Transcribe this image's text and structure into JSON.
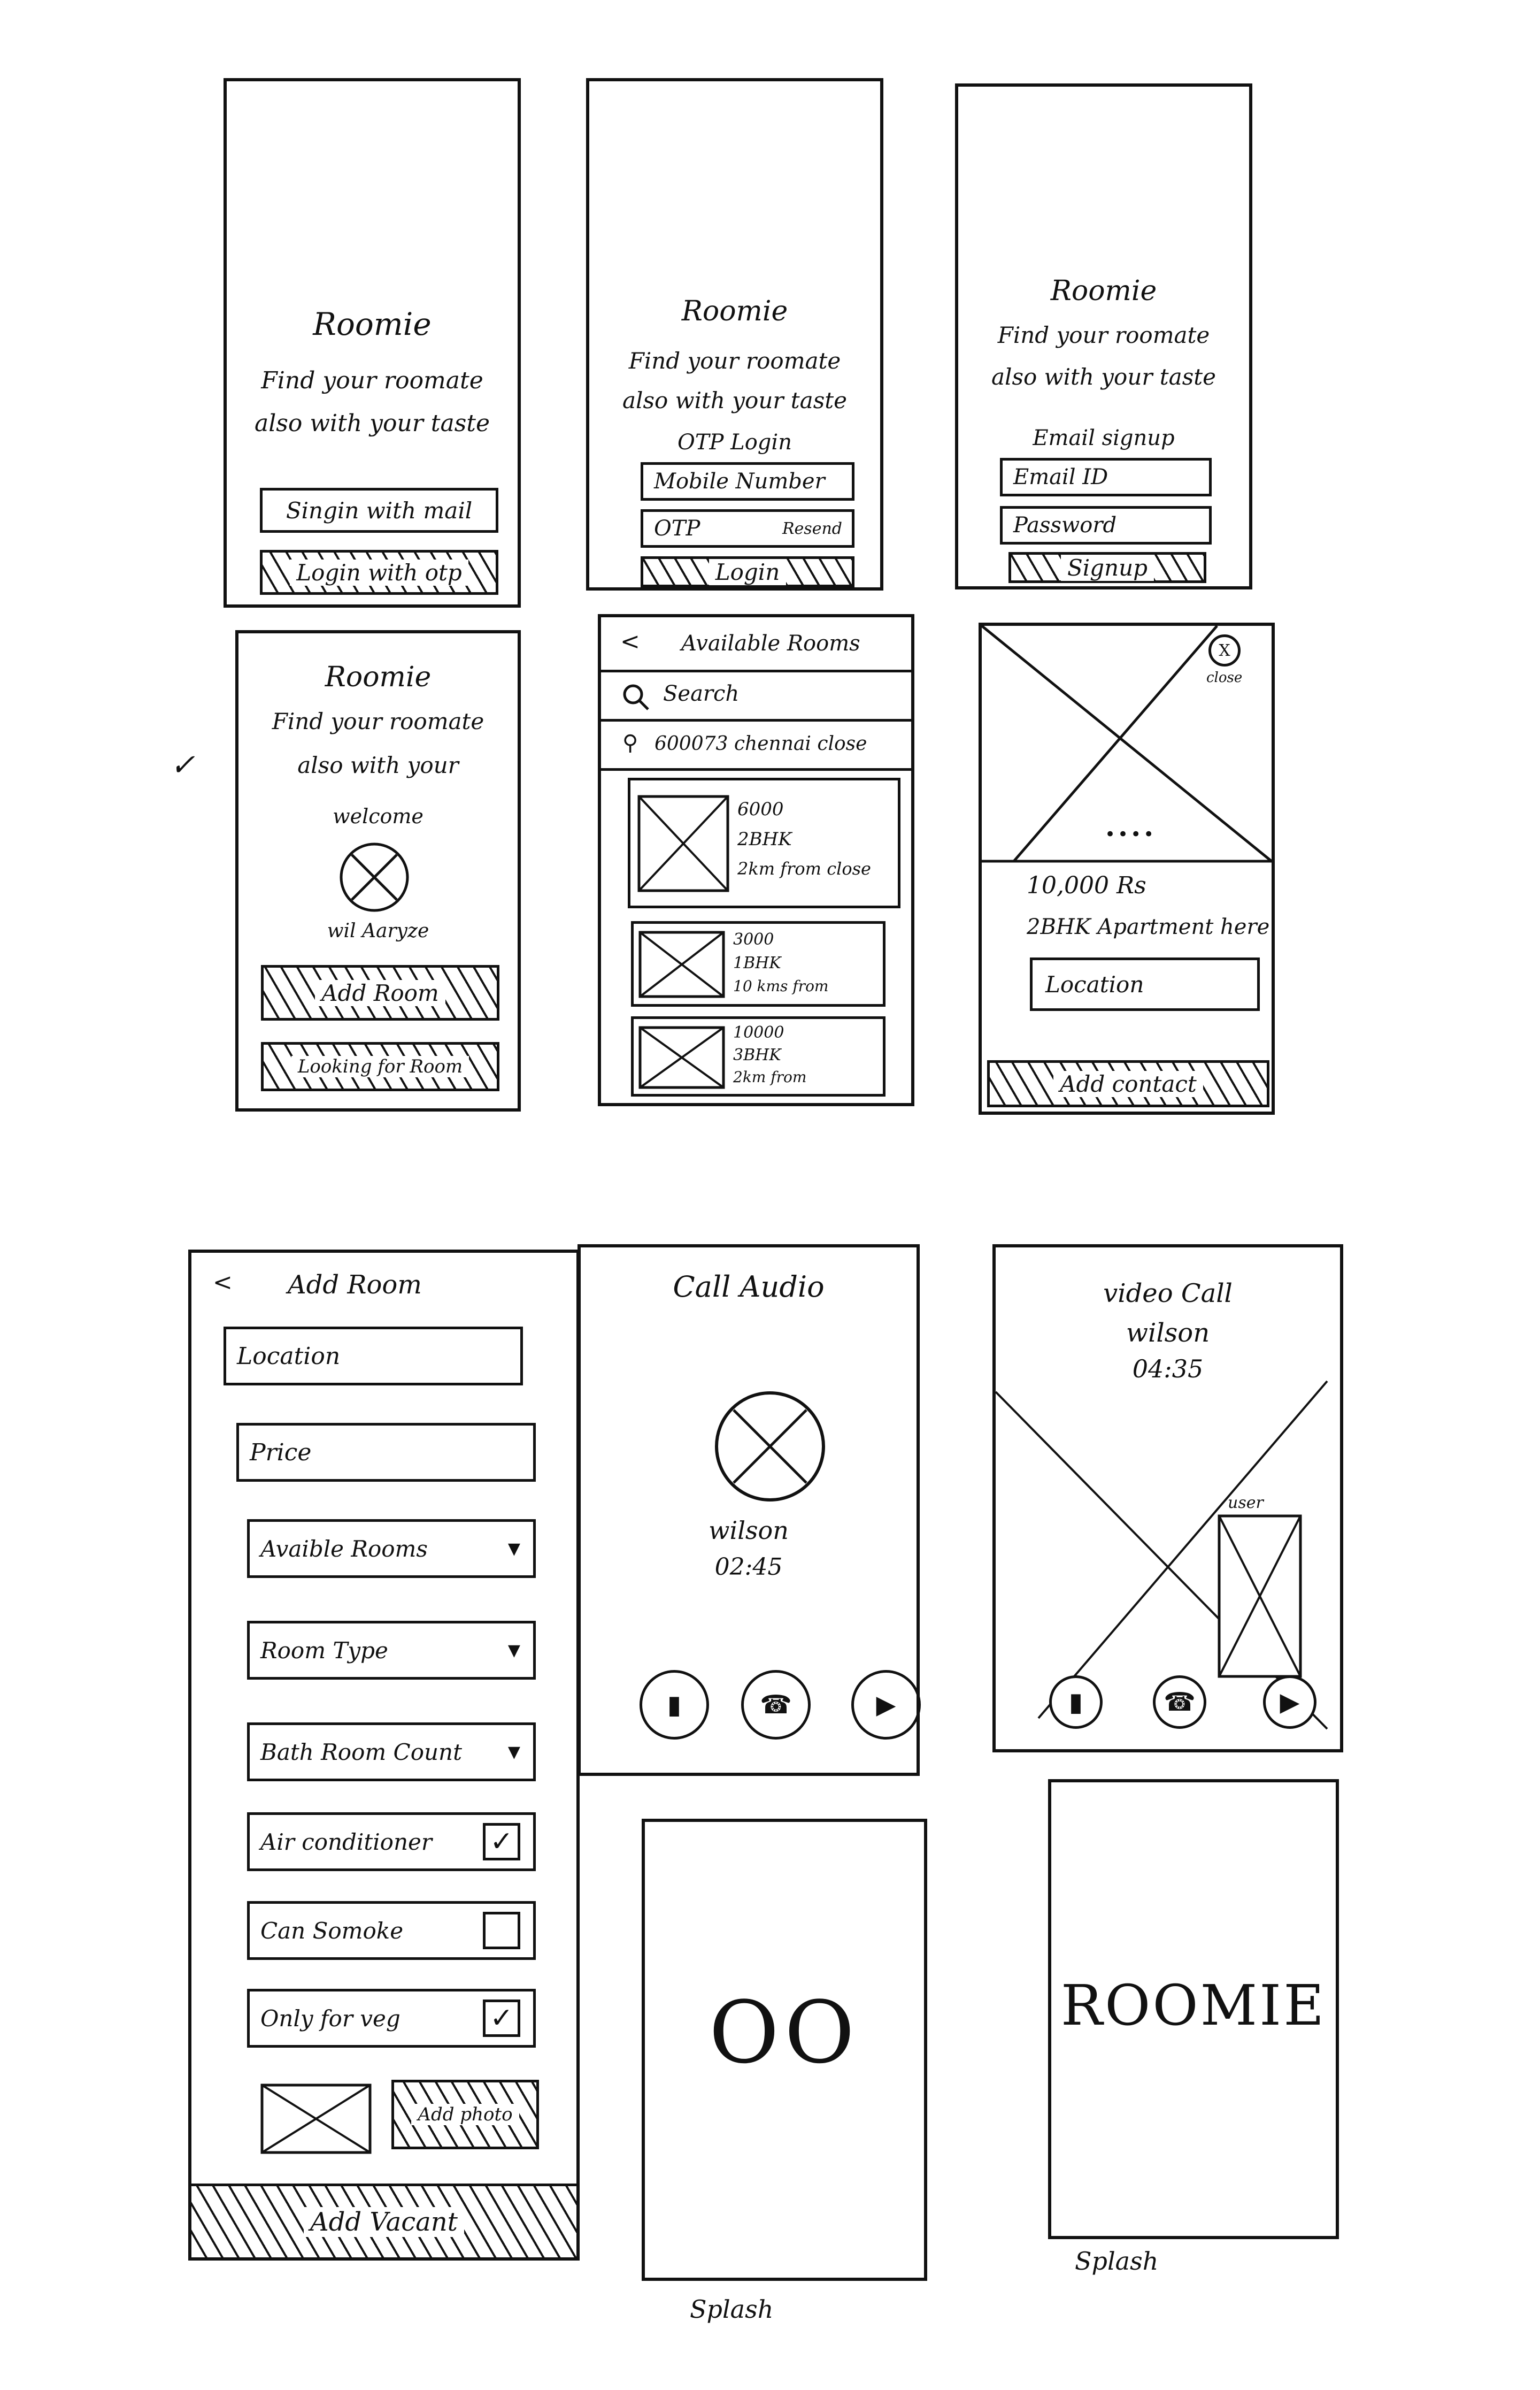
{
  "screens": {
    "s1": {
      "title": "Roomie",
      "tagline1": "Find your roomate",
      "tagline2": "also with your taste",
      "button_mail": "Singin with mail",
      "button_otp": "Login with otp"
    },
    "s2": {
      "title": "Roomie",
      "tagline1": "Find your roomate",
      "tagline2": "also with your taste",
      "section": "OTP Login",
      "mobile_placeholder": "Mobile Number",
      "otp_placeholder": "OTP",
      "resend": "Resend",
      "button_login": "Login"
    },
    "s3": {
      "title": "Roomie",
      "tagline1": "Find your roomate",
      "tagline2": "also with your taste",
      "section": "Email signup",
      "email_placeholder": "Email ID",
      "password_placeholder": "Password",
      "button_signup": "Signup"
    },
    "s4": {
      "title": "Roomie",
      "tagline1": "Find your roomate",
      "tagline2": "also with your",
      "welcome": "welcome",
      "user": "wil Aaryze",
      "button_add": "Add Room",
      "button_looking": "Looking for Room"
    },
    "s5": {
      "back": "<",
      "title": "Available Rooms",
      "search": "Search",
      "location": "600073 chennai close",
      "listings": [
        {
          "price": "6000",
          "type": "2BHK",
          "distance": "2km from close"
        },
        {
          "price": "3000",
          "type": "1BHK",
          "distance": "10 kms from"
        },
        {
          "price": "10000",
          "type": "3BHK",
          "distance": "2km from"
        }
      ]
    },
    "s6": {
      "close_icon": "X",
      "close_label": "close",
      "dots": "••••",
      "price": "10,000 Rs",
      "desc": "2BHK Apartment here",
      "location_button": "Location",
      "button_cta": "Add contact"
    },
    "s7": {
      "back": "<",
      "title": "Add Room",
      "fields": [
        "Location",
        "Price"
      ],
      "dropdowns": [
        "Avaible Rooms",
        "Room Type",
        "Bath Room Count"
      ],
      "checks": [
        {
          "label": "Air conditioner",
          "checked": true
        },
        {
          "label": "Can Somoke",
          "checked": false
        },
        {
          "label": "Only for veg",
          "checked": true
        }
      ],
      "add_photo": "Add photo",
      "button_cta": "Add Vacant"
    },
    "s8": {
      "title": "Call Audio",
      "name": "wilson",
      "time": "02:45"
    },
    "s9": {
      "title": "video Call",
      "name": "wilson",
      "time": "04:35",
      "self_label": "user"
    },
    "s10": {
      "logo": "OO",
      "caption": "Splash"
    },
    "s11": {
      "logo": "ROOMIE",
      "caption": "Splash"
    }
  },
  "check_mark": "✓"
}
